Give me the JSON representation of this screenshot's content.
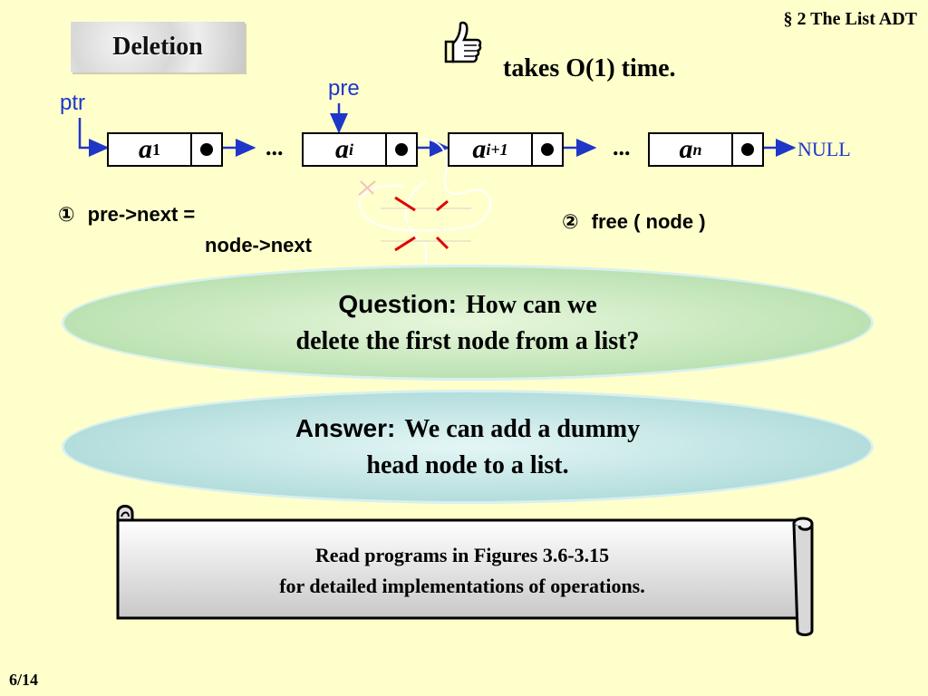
{
  "header": "§ 2  The List ADT",
  "title": "Deletion",
  "takes": "takes O(1) time.",
  "thumb_icon": "thumb-up-icon",
  "diagram": {
    "ptr_label": "ptr",
    "pre_label": "pre",
    "dots": "...",
    "null_label": "NULL",
    "nodes": [
      {
        "var": "a",
        "sub": "1"
      },
      {
        "var": "a",
        "sub": "i"
      },
      {
        "var": "a",
        "sub": "i+1"
      },
      {
        "var": "a",
        "sub": "n"
      }
    ]
  },
  "steps": {
    "step1_num": "①",
    "step1_line1": "pre->next =",
    "step1_line2": "node->next",
    "step2_num": "②",
    "step2_text": "free ( node )"
  },
  "question": {
    "lead": "Question:",
    "line1": "How can we",
    "line2": "delete the first node from a list?"
  },
  "answer": {
    "lead": "Answer:",
    "line1": "We can add a dummy",
    "line2": "head node to a list."
  },
  "scroll": {
    "line1": "Read programs in Figures 3.6-3.15",
    "line2": "for detailed implementations of operations."
  },
  "colors": {
    "background": "#ffffcc",
    "blue": "#1f37c8",
    "red": "#e00000"
  },
  "page": "6/14"
}
